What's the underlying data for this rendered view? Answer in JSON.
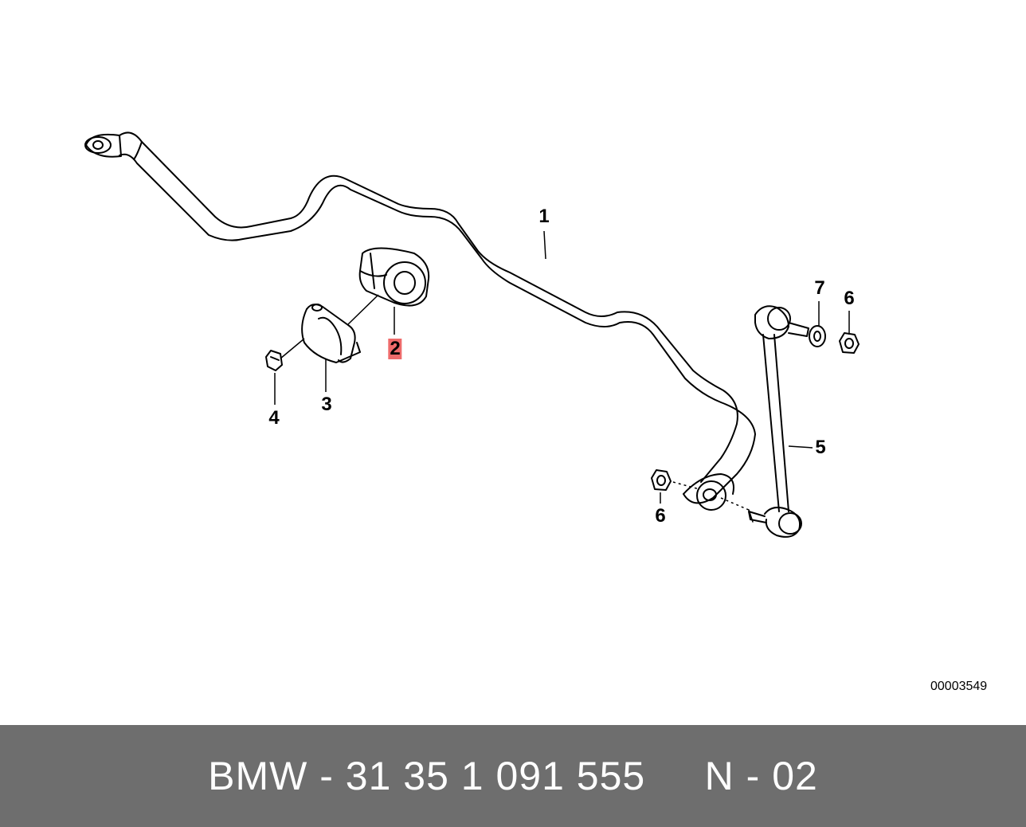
{
  "diagram": {
    "callouts": [
      {
        "label": "1",
        "part": "stabilizer-bar"
      },
      {
        "label": "2",
        "part": "rubber-mounting",
        "highlighted": true
      },
      {
        "label": "3",
        "part": "bracket"
      },
      {
        "label": "4",
        "part": "nut"
      },
      {
        "label": "5",
        "part": "connecting-link"
      },
      {
        "label": "6",
        "part": "self-locking-nut"
      },
      {
        "label": "7",
        "part": "washer"
      },
      {
        "label": "6",
        "part": "self-locking-nut"
      }
    ],
    "highlight_color": "#ee6b6b",
    "diagram_id": "00003549"
  },
  "footer": {
    "part_text": "BMW - 31 35 1 091 555     N - 02",
    "background": "#6e6e6e"
  }
}
